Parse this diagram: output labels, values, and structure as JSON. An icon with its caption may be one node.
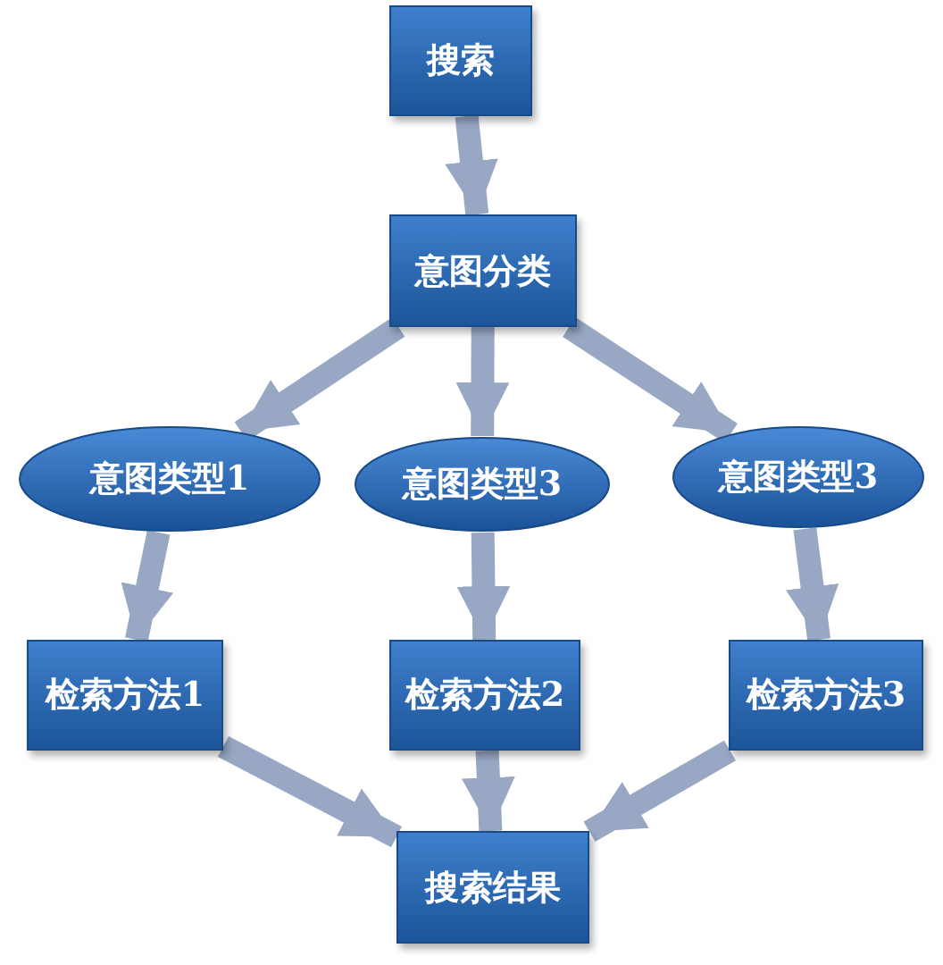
{
  "diagram": {
    "nodes": [
      {
        "text": [
          "搜索"
        ]
      },
      {
        "text": [
          "意图分类"
        ]
      },
      {
        "text": [
          "意图类型1"
        ]
      },
      {
        "text": [
          "意图类型3"
        ]
      },
      {
        "text": [
          "意图类型3"
        ]
      },
      {
        "text": [
          "检索方法1"
        ]
      },
      {
        "text": [
          "检索方法2"
        ]
      },
      {
        "text": [
          "检索方法3"
        ]
      },
      {
        "text": [
          "搜索结果"
        ]
      }
    ],
    "edges": [
      {
        "from": 0,
        "to": 1,
        "arrow": "to"
      },
      {
        "from": 1,
        "to": 2,
        "arrow": "to"
      },
      {
        "from": 1,
        "to": 3,
        "arrow": "to"
      },
      {
        "from": 1,
        "to": 4,
        "arrow": "to"
      },
      {
        "from": 2,
        "to": 5,
        "arrow": "to"
      },
      {
        "from": 3,
        "to": 6,
        "arrow": "to"
      },
      {
        "from": 4,
        "to": 7,
        "arrow": "to"
      },
      {
        "from": 5,
        "to": 8,
        "arrow": "to"
      },
      {
        "from": 6,
        "to": 8,
        "arrow": "to"
      },
      {
        "from": 7,
        "to": 8,
        "arrow": "to"
      }
    ]
  }
}
